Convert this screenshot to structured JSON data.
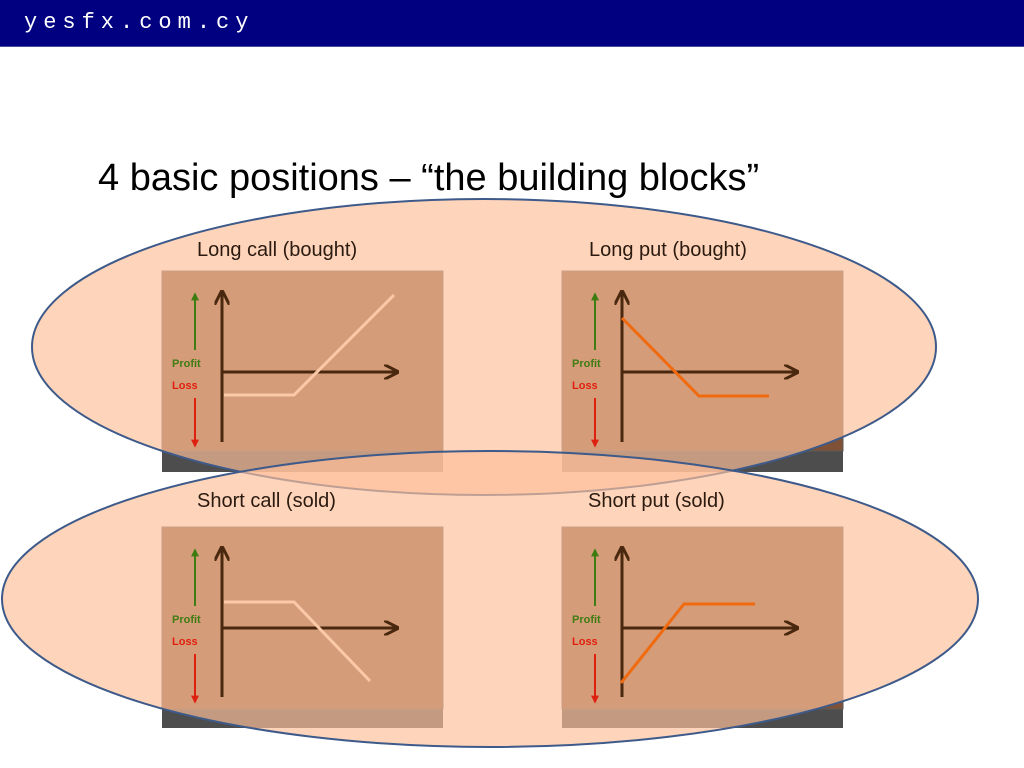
{
  "header": {
    "brand": "yesfx.com.cy"
  },
  "slide": {
    "title": "4 basic positions – “the building blocks”"
  },
  "colors": {
    "header_bg": "#000080",
    "ellipse_fill": "#fdcfb4",
    "ellipse_stroke": "#3d5a8a",
    "panel_fill": "#7f5237",
    "panel_shadow": "#4d4d4d",
    "axis": "#4a2810",
    "profit": "#3e7d12",
    "loss": "#e0200e",
    "call_line": "#fbc8a8",
    "put_line": "#f06a10"
  },
  "panels": [
    {
      "title": "Long call (bought)",
      "profit_label": "Profit",
      "loss_label": "Loss",
      "payoff": "long-call"
    },
    {
      "title": "Long put (bought)",
      "profit_label": "Profit",
      "loss_label": "Loss",
      "payoff": "long-put"
    },
    {
      "title": "Short call (sold)",
      "profit_label": "Profit",
      "loss_label": "Loss",
      "payoff": "short-call"
    },
    {
      "title": "Short put (sold)",
      "profit_label": "Profit",
      "loss_label": "Loss",
      "payoff": "short-put"
    }
  ]
}
